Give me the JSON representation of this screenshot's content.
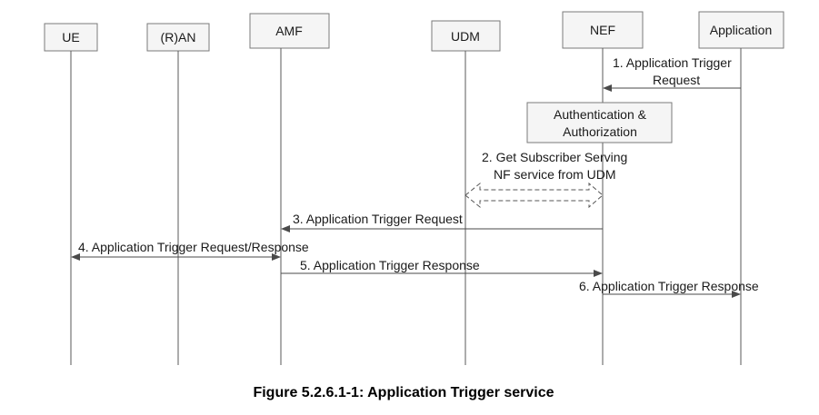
{
  "entities": [
    "UE",
    "(R)AN",
    "AMF",
    "UDM",
    "NEF",
    "Application"
  ],
  "process_box": {
    "line1": "Authentication &",
    "line2": "Authorization"
  },
  "messages": {
    "m1": {
      "line1": "1. Application Trigger",
      "line2": "Request"
    },
    "m2": {
      "line1": "2. Get Subscriber Serving",
      "line2": "NF service from UDM"
    },
    "m3": {
      "line1": "3. Application Trigger Request"
    },
    "m4": {
      "line1": "4. Application Trigger Request/Response"
    },
    "m5": {
      "line1": "5. Application Trigger Response"
    },
    "m6": {
      "line1": "6. Application Trigger Response"
    }
  },
  "caption": "Figure 5.2.6.1-1: Application Trigger service"
}
